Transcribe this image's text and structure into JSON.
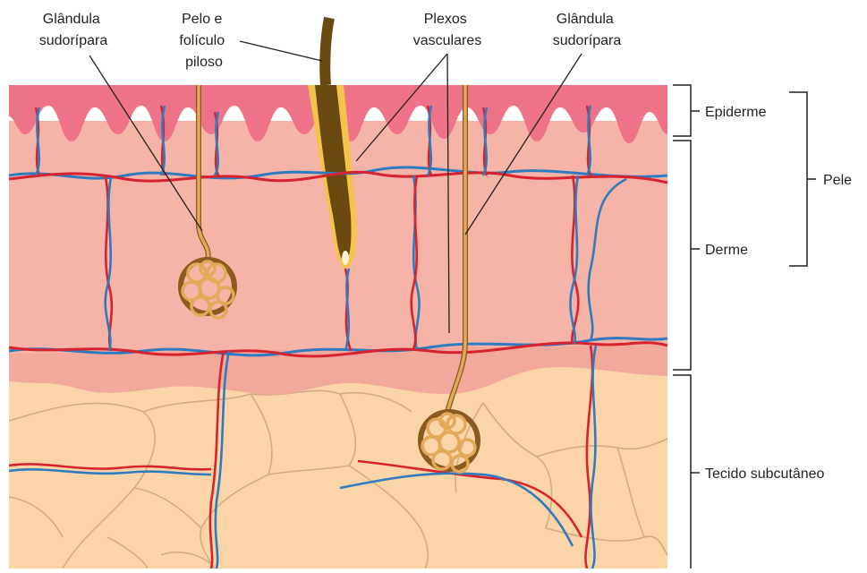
{
  "labels": {
    "sweat_gland_left": [
      "Glândula",
      "sudorípara"
    ],
    "hair": [
      "Pelo e",
      "folículo",
      "piloso"
    ],
    "vascular_plexus": [
      "Plexos",
      "vasculares"
    ],
    "sweat_gland_right": [
      "Glândula",
      "sudorípara"
    ],
    "epidermis": "Epiderme",
    "skin": "Pele",
    "dermis": "Derme",
    "subcutaneous": "Tecido subcutâneo"
  },
  "colors": {
    "epidermis": "#ee7389",
    "dermis": "#f6b3a7",
    "dermis_lower": "#f2a99c",
    "subcutaneous": "#fbd5a7",
    "fat_lines": "#d5aa83",
    "artery": "#d6232e",
    "vein": "#2f7bc0",
    "gland": "#e3a858",
    "gland_outline": "#8a5a1e",
    "hair": "#6b4a12",
    "hair_sheath": "#f4c44a",
    "leader_line": "#231f20"
  }
}
